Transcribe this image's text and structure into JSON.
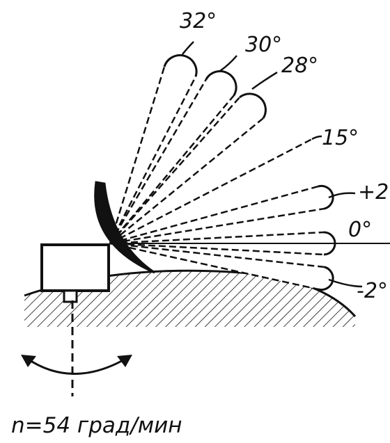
{
  "beam_labels": {
    "deg32": "32°",
    "deg30": "30°",
    "deg28": "28°",
    "deg15": "15°",
    "deg_plus2": "+2",
    "deg0": "0°",
    "deg_minus2": "-2°"
  },
  "caption": "n=54 град/мин",
  "colors": {
    "ink": "#111111",
    "background": "#ffffff"
  }
}
